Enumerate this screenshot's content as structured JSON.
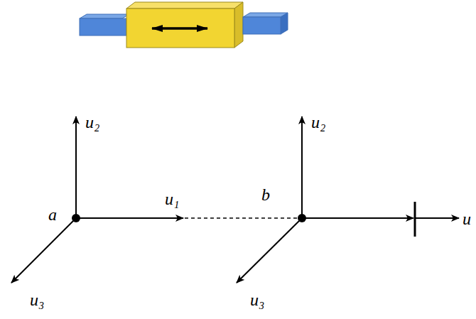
{
  "diagram": {
    "labels": [
      "u₂",
      "a",
      "u₁",
      "u₃",
      "b",
      "u₂",
      "u₃",
      "u"
    ]
  }
}
